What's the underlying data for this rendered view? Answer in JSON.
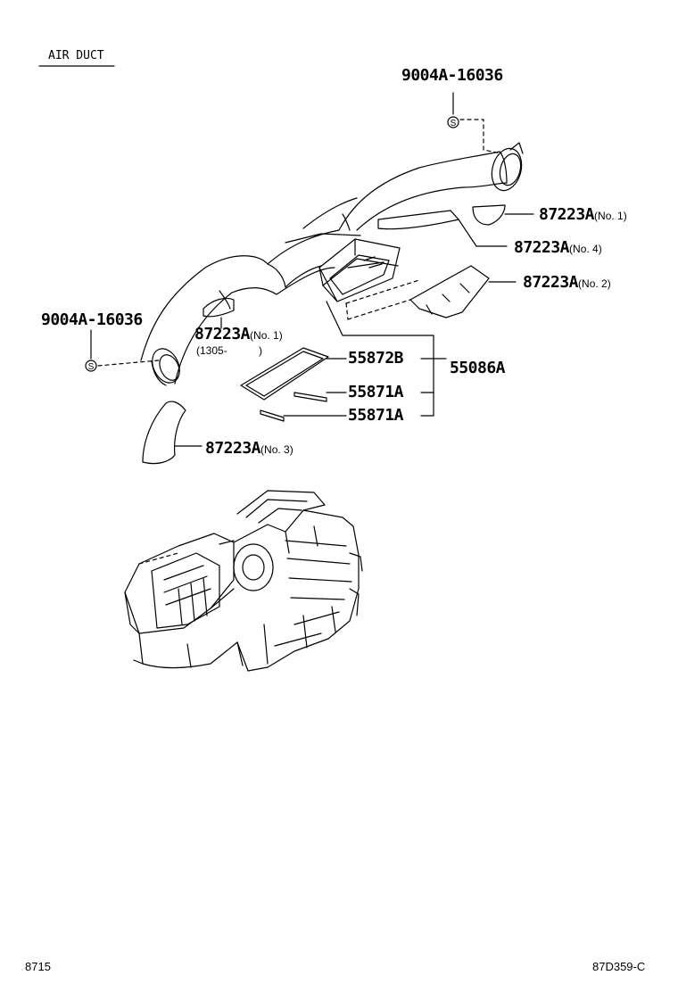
{
  "title": "AIR DUCT",
  "labels": {
    "bolt_top": "9004A-16036",
    "bolt_left": "9004A-16036",
    "duct_no1_right_part": "87223A",
    "duct_no1_right_note": "(No. 1)",
    "duct_no4_part": "87223A",
    "duct_no4_note": "(No. 4)",
    "duct_no2_part": "87223A",
    "duct_no2_note": "(No. 2)",
    "duct_no1_left_part": "87223A",
    "duct_no1_left_note": "(No. 1)",
    "duct_no1_left_date": "(1305-",
    "duct_no1_left_date_close": ")",
    "packing_part": "55872B",
    "assembly_part": "55086A",
    "seal_upper_part": "55871A",
    "seal_lower_part": "55871A",
    "duct_no3_part": "87223A",
    "duct_no3_note": "(No. 3)"
  },
  "symbols": {
    "screw_mark": "S"
  },
  "footer": {
    "left": "8715",
    "right": "87D359-C"
  }
}
